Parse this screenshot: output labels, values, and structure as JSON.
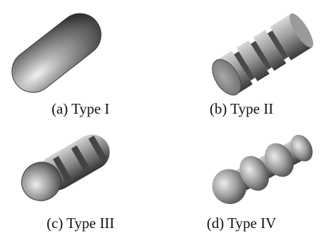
{
  "figure": {
    "panels": [
      {
        "id": "a",
        "caption": "(a) Type I"
      },
      {
        "id": "b",
        "caption": "(b) Type II"
      },
      {
        "id": "c",
        "caption": "(c) Type III"
      },
      {
        "id": "d",
        "caption": "(d) Type IV"
      }
    ]
  },
  "colors": {
    "shape_highlight": "#e6e6e6",
    "shape_mid": "#8e8e8e",
    "shape_shadow": "#2f2f2f",
    "caption_text": "#111111"
  }
}
